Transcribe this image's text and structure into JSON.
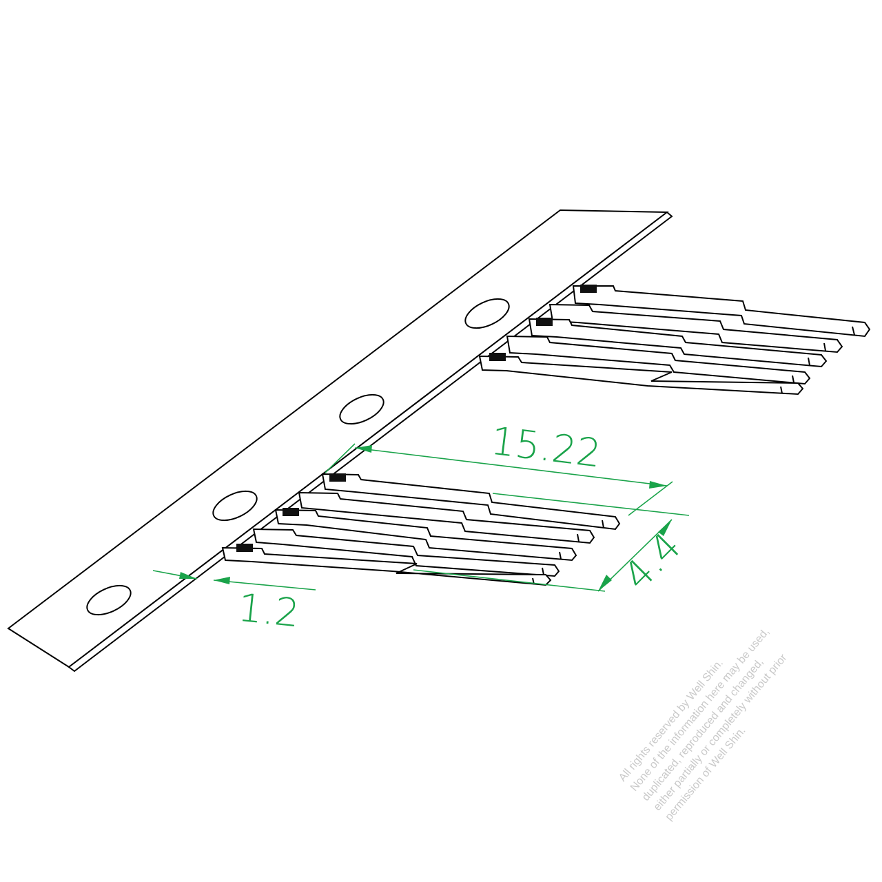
{
  "dimensions": {
    "pin_length": "15.22",
    "row_pitch": "4.4",
    "carrier_offset": "1.2"
  },
  "watermark": {
    "lines": [
      "All rights reserved by Well Shin.",
      "None of the information here may be used,",
      "duplicated, reproduced and changed,",
      "either partially or completely without prior",
      "permission of Well Shin."
    ]
  },
  "colors": {
    "dimension": "#1aa34a",
    "outline": "#000000",
    "watermark": "#c9c9c9"
  }
}
